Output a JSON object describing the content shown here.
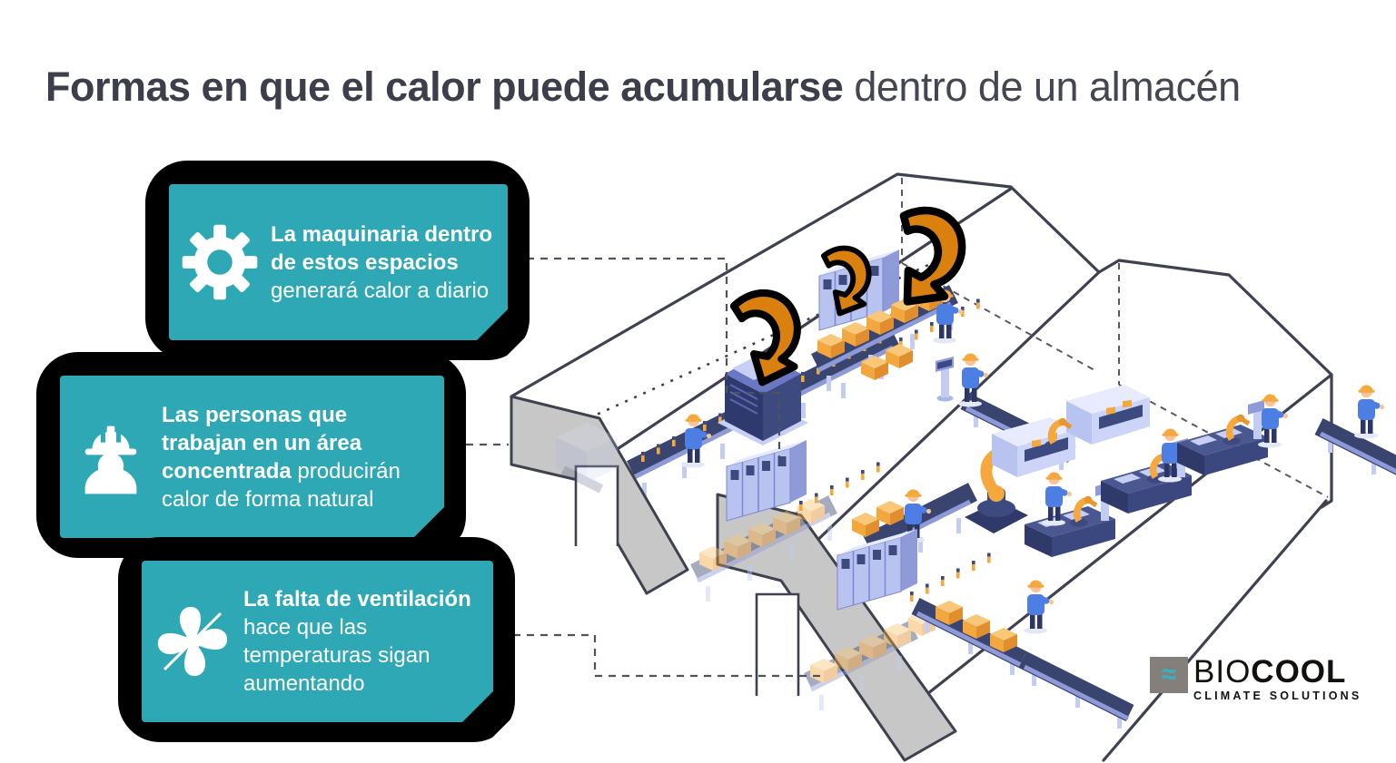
{
  "title": {
    "emphasis": "Formas en que el calor puede acumularse",
    "rest": " dentro de un almacén"
  },
  "callouts": [
    {
      "icon": "gear-icon",
      "bold": "La maquinaria dentro de estos espacios",
      "regular": " generará calor a diario"
    },
    {
      "icon": "construction-worker-icon",
      "bold": "Las personas que trabajan en un área concentrada",
      "regular": " producirán calor de forma natural"
    },
    {
      "icon": "fan-icon",
      "bold": "La falta de ventilación",
      "regular": " hace que las temperaturas sigan aumentando"
    }
  ],
  "logo": {
    "symbol": "≈",
    "brand_light": "BIO",
    "brand_bold": "COOL",
    "tagline": "CLIMATE SOLUTIONS"
  },
  "scene": {
    "elements": [
      "warehouse",
      "conveyor-belts",
      "cargo-boxes",
      "server-cabinets",
      "robot-arms",
      "workers",
      "heat-arrows",
      "dashed-connectors"
    ]
  },
  "colors": {
    "teal": "#2FA8B6",
    "callout_outline": "#000000",
    "title_text": "#3C3F4B",
    "arrow_orange": "#D9800F",
    "machine_navy": "#3D4A80",
    "machine_light": "#C7CFF4",
    "box_orange": "#F3A73F",
    "wall_gray": "#C7C7C7",
    "line_dark": "#3E4250",
    "logo_gray": "#857F7B",
    "logo_teal": "#2FB5C5"
  }
}
